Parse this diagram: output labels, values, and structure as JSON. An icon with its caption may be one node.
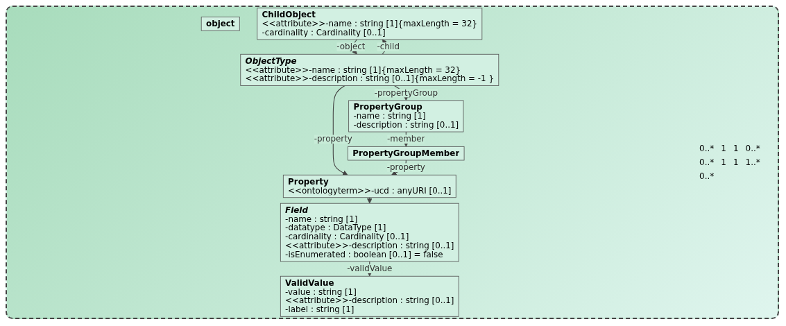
{
  "diagram": {
    "nodes": [
      {
        "text": [
          "object"
        ]
      },
      {
        "text": [
          "ChildObject",
          "<<attribute>>-name : string [1]{maxLength = 32}",
          "-cardinality : Cardinality [0..1]"
        ]
      },
      {
        "text": [
          "Field",
          "-name : string [1]",
          "-datatype : DataType [1]",
          "-cardinality : Cardinality [0..1]",
          "<<attribute>>-description : string [0..1]",
          "-isEnumerated : boolean [0..1] = false"
        ]
      },
      {
        "text": [
          "ObjectType",
          "<<attribute>>-name : string [1]{maxLength = 32}",
          "<<attribute>>-description : string [0..1]{maxLength = -1 }"
        ]
      },
      {
        "text": [
          "PropertyGroup",
          "-name : string [1]",
          "-description : string [0..1]"
        ]
      },
      {
        "text": [
          "Property",
          "<<ontologyterm>>-ucd : anyURI [0..1]"
        ]
      },
      {
        "text": [
          "PropertyGroupMember"
        ]
      },
      {
        "text": [
          "ValidValue",
          "-value : string [1]",
          "<<attribute>>-description : string [0..1]",
          "-label : string [1]"
        ]
      }
    ],
    "edges": [
      {
        "from": 3,
        "to": 1,
        "arrow": "to",
        "label": "-child"
      },
      {
        "from": 1,
        "to": 3,
        "arrow": "to",
        "label": "-object"
      },
      {
        "from": 3,
        "to": 4,
        "arrow": "to",
        "label": "-propertyGroup"
      },
      {
        "from": 3,
        "to": 5,
        "arrow": "to",
        "label": "-property"
      },
      {
        "from": 6,
        "to": 5,
        "arrow": "to",
        "label": "-property"
      },
      {
        "from": 4,
        "to": 6,
        "arrow": "to",
        "label": "-member"
      },
      {
        "from": 5,
        "to": 2,
        "arrow": "to"
      },
      {
        "from": 2,
        "to": 7,
        "arrow": "to",
        "label": "-validValue"
      }
    ],
    "labels": [
      "0..*",
      "1",
      "1",
      "0..*",
      "0..*",
      "1",
      "1",
      "1..*",
      "0..*"
    ]
  }
}
